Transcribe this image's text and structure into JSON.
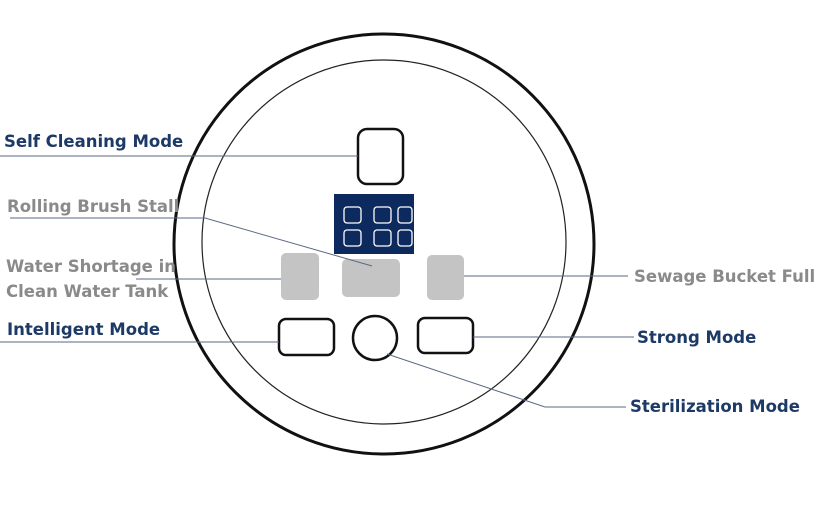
{
  "labels": {
    "self_cleaning": "Self Cleaning Mode",
    "rolling_brush": "Rolling Brush Stall",
    "water_shortage_line1": "Water Shortage in",
    "water_shortage_line2": "Clean Water Tank",
    "intelligent": "Intelligent Mode",
    "sewage_full": "Sewage Bucket Full",
    "strong": "Strong Mode",
    "sterilization": "Sterilization Mode"
  },
  "colors": {
    "active_label": "#1d3a66",
    "inactive_label": "#8a8a8a",
    "display_bg": "#0c2a5e",
    "indicator": "#c4c4c4",
    "outline": "#111111"
  }
}
